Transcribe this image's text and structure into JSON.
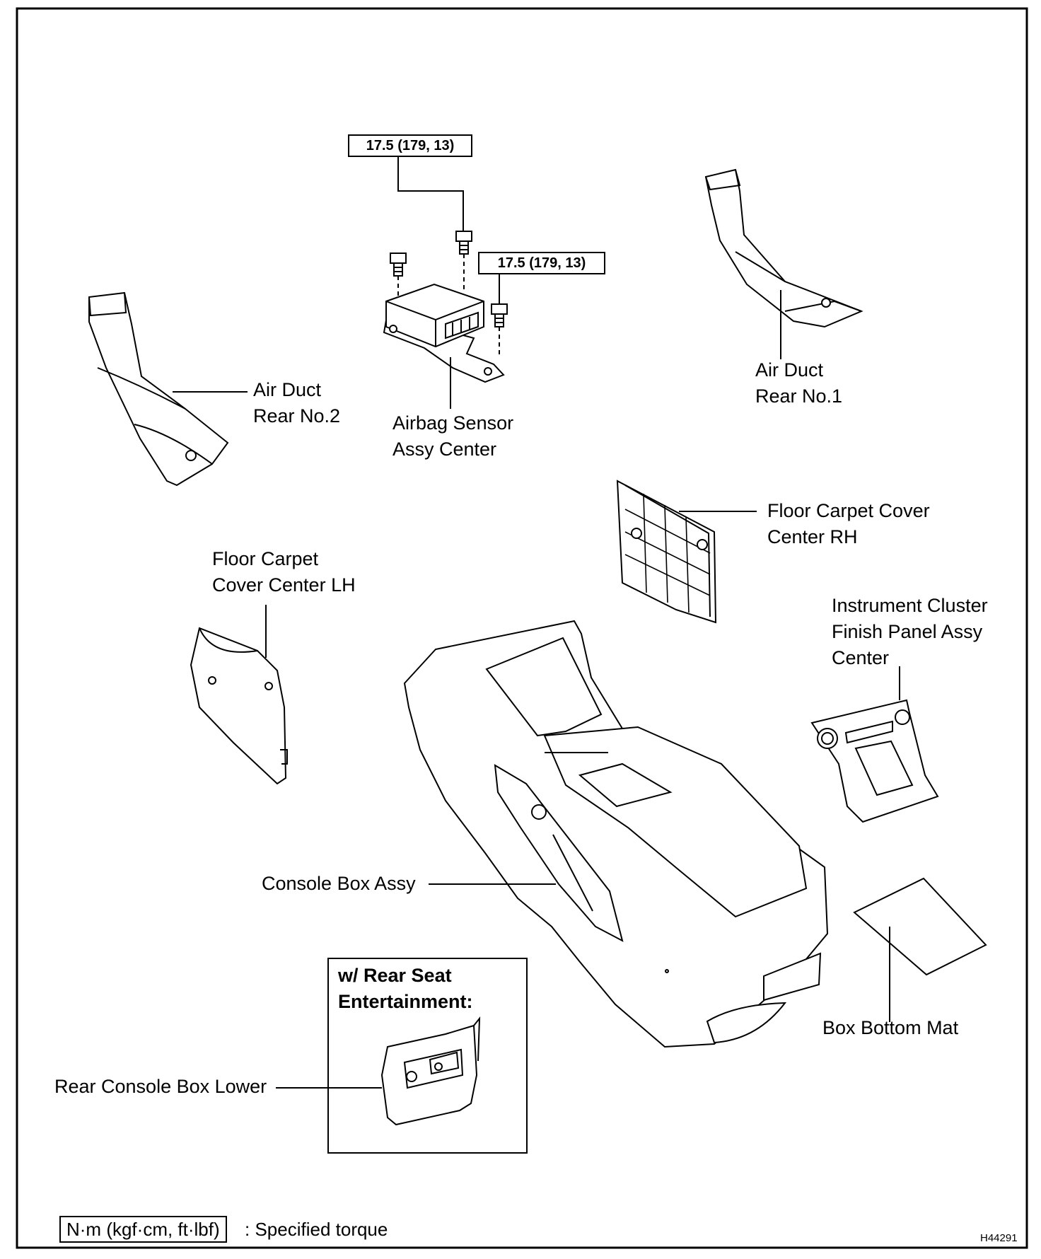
{
  "torque_callouts": [
    "17.5 (179, 13)",
    "17.5 (179, 13)"
  ],
  "labels": {
    "air_duct_rear_no2": [
      "Air Duct",
      "Rear No.2"
    ],
    "airbag_sensor": [
      "Airbag Sensor",
      "Assy Center"
    ],
    "air_duct_rear_no1": [
      "Air Duct",
      "Rear No.1"
    ],
    "floor_carpet_rh": [
      "Floor Carpet Cover",
      "Center RH"
    ],
    "floor_carpet_lh": [
      "Floor Carpet",
      "Cover Center LH"
    ],
    "instrument_cluster": [
      "Instrument Cluster",
      "Finish Panel Assy",
      "Center"
    ],
    "console_box": "Console Box Assy",
    "box_bottom_mat": "Box Bottom Mat",
    "rear_console_lower": "Rear Console Box Lower"
  },
  "inset": {
    "title": [
      "w/ Rear Seat",
      "Entertainment:"
    ]
  },
  "legend": {
    "unit": "N·m (kgf·cm, ft·lbf)",
    "text": ": Specified torque"
  },
  "figure_id": "H44291"
}
